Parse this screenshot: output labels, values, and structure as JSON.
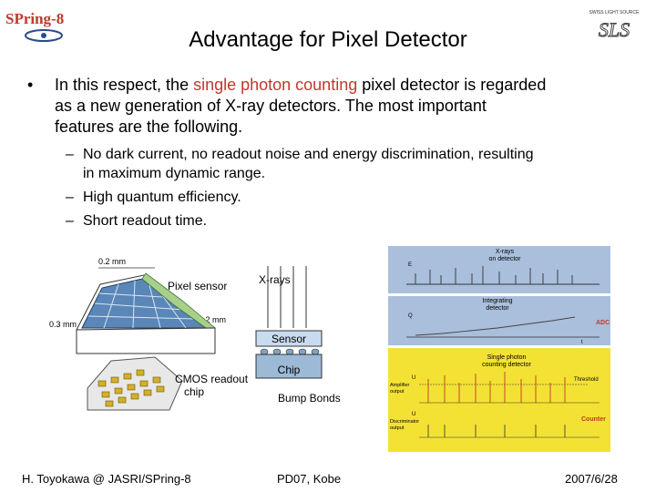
{
  "header": {
    "logo_left_text": "SPring-8",
    "logo_right_tagline": "SWISS LIGHT SOURCE",
    "logo_right_text": "SLS"
  },
  "title": "Advantage for Pixel Detector",
  "bullet": {
    "symbol": "•",
    "text_before": "In this respect, the ",
    "highlight": "single photon counting",
    "line1_after": " pixel detector is regarded",
    "line2": "as a new generation of X-ray detectors. The most important",
    "line3": "features are the following."
  },
  "sub_bullets": [
    {
      "dash": "–",
      "lines": [
        "No dark current, no readout noise and energy discrimination, resulting",
        "in maximum dynamic range."
      ]
    },
    {
      "dash": "–",
      "lines": [
        "High quantum efficiency."
      ]
    },
    {
      "dash": "–",
      "lines": [
        "Short readout time."
      ]
    }
  ],
  "diagram": {
    "dim_top": "0.2 mm",
    "dim_left": "0.3 mm",
    "dim_mid": "0.2 mm",
    "pixel_sensor": "Pixel sensor",
    "cmos_line1": "CMOS readout",
    "cmos_line2": "chip",
    "xrays": "X-rays",
    "sensor": "Sensor",
    "chip": "Chip",
    "bump_bonds": "Bump Bonds"
  },
  "signal_figure": {
    "panel1_axis": "E",
    "panel1_caption_line1": "X-rays",
    "panel1_caption_line2": "on detector",
    "panel2_axis": "Q",
    "panel2_caption_line1": "Integrating",
    "panel2_caption_line2": "detector",
    "panel2_adc": "ADC",
    "panel2_t": "t",
    "panel3_caption_line1": "Single photon",
    "panel3_caption_line2": "counting detector",
    "panel3_u1": "U",
    "panel3_amp_line1": "Amplifier",
    "panel3_amp_line2": "output",
    "panel3_threshold": "Threshold",
    "panel3_u2": "U",
    "panel3_disc_line1": "Discriminator",
    "panel3_disc_line2": "output",
    "panel3_counter": "Counter"
  },
  "footer": {
    "left": "H. Toyokawa @ JASRI/SPring-8",
    "center": "PD07, Kobe",
    "right": "2007/6/28"
  },
  "colors": {
    "highlight_red": "#c0392b",
    "panel_blue": "#a9bfdc",
    "panel_yellow": "#f3e233",
    "sensor_blue": "#c9dbef",
    "chip_blue": "#9cb9d6"
  }
}
